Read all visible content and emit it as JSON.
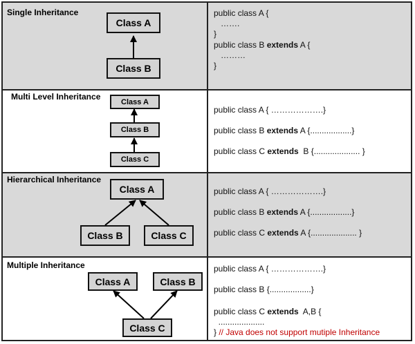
{
  "kw": "extends",
  "sections": [
    {
      "title": "Single Inheritance",
      "boxes": [
        "Class A",
        "Class B"
      ],
      "code": [
        {
          "pre": "public class A {",
          "kw": "",
          "post": ""
        },
        {
          "pre": "   …….",
          "kw": "",
          "post": ""
        },
        {
          "pre": "}",
          "kw": "",
          "post": ""
        },
        {
          "pre": "public class B ",
          "kw": "extends",
          "post": " A {"
        },
        {
          "pre": "   ………",
          "kw": "",
          "post": ""
        },
        {
          "pre": "}",
          "kw": "",
          "post": ""
        }
      ]
    },
    {
      "title": "Multi Level Inheritance",
      "boxes": [
        "Class A",
        "Class B",
        "Class C"
      ],
      "code": [
        {
          "pre": "public class A { ……………….}",
          "kw": "",
          "post": ""
        },
        {
          "pre": "public class B ",
          "kw": "extends",
          "post": " A {..................}"
        },
        {
          "pre": "public class C ",
          "kw": "extends",
          "post": "  B {.................... }"
        }
      ]
    },
    {
      "title": "Hierarchical Inheritance",
      "boxes": [
        "Class A",
        "Class B",
        "Class C"
      ],
      "code": [
        {
          "pre": "public class A { ……………….}",
          "kw": "",
          "post": ""
        },
        {
          "pre": "public class B ",
          "kw": "extends",
          "post": " A {..................}"
        },
        {
          "pre": "public class C ",
          "kw": "extends",
          "post": " A {.................... }"
        }
      ]
    },
    {
      "title": "Multiple Inheritance",
      "boxes": [
        "Class A",
        "Class B",
        "Class C"
      ],
      "code": [
        {
          "pre": "public class A { ……………….}",
          "kw": "",
          "post": ""
        },
        {
          "pre": "public class B {..................}",
          "kw": "",
          "post": ""
        },
        {
          "pre": "public class C ",
          "kw": "extends",
          "post": "  A,B {"
        },
        {
          "pre": "  ....................",
          "kw": "",
          "post": ""
        },
        {
          "pre": "}",
          "kw": "",
          "post": "",
          "note": " // Java does not support mutiple Inheritance"
        }
      ]
    }
  ]
}
